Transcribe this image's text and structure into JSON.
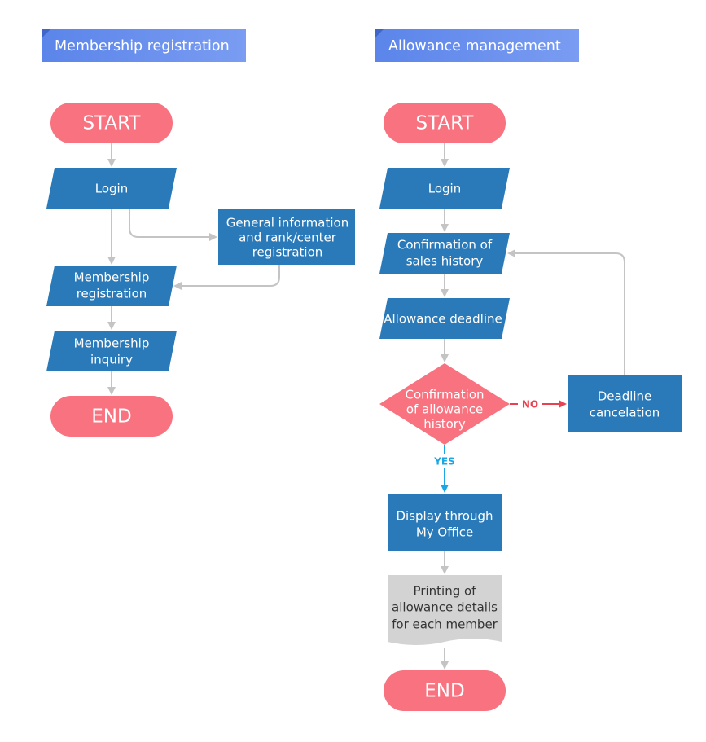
{
  "colors": {
    "header_start": "#5b85ea",
    "header_end": "#7a9cf2",
    "terminal": "#f8727f",
    "process": "#2a7ab9",
    "decision": "#f8727f",
    "document": "#d3d3d3",
    "arrow": "#c4c4c4",
    "no_arrow": "#e8414f",
    "yes_arrow": "#1ba6e4"
  },
  "membership": {
    "header": "Membership registration",
    "start": "START",
    "login": "Login",
    "general_info": [
      "General information",
      "and rank/center",
      "registration"
    ],
    "registration": [
      "Membership",
      "registration"
    ],
    "inquiry": [
      "Membership",
      "inquiry"
    ],
    "end": "END"
  },
  "allowance": {
    "header": "Allowance management",
    "start": "START",
    "login": "Login",
    "sales_history": [
      "Confirmation of",
      "sales history"
    ],
    "deadline": "Allowance deadline",
    "decision": [
      "Confirmation",
      "of  allowance",
      "history"
    ],
    "no_label": "NO",
    "cancelation": [
      "Deadline",
      "cancelation"
    ],
    "yes_label": "YES",
    "display": [
      "Display through",
      "My Office"
    ],
    "printing": [
      "Printing of",
      "allowance details",
      "for each member"
    ],
    "end": "END"
  }
}
